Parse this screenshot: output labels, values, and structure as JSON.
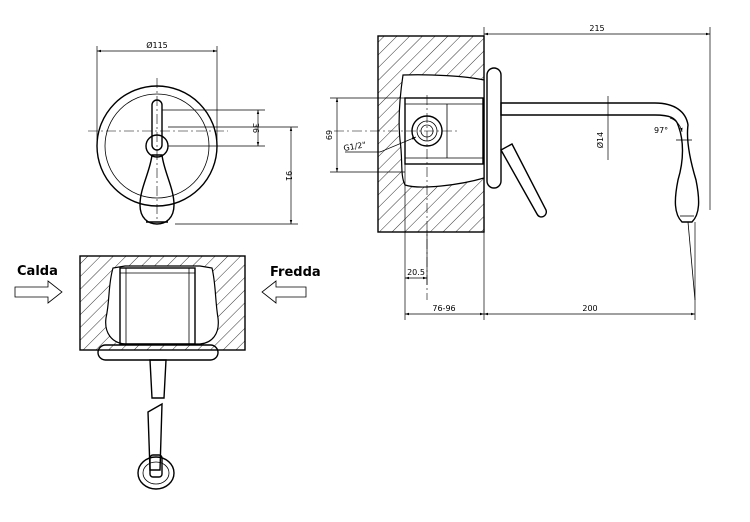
{
  "labels": {
    "hot": "Calda",
    "cold": "Fredda"
  },
  "dimensions": {
    "plate_diameter": "Ø115",
    "lever_offset": "36",
    "lever_length": "91",
    "total_projection": "215",
    "spout_reach": "200",
    "wall_depth": "76-96",
    "inlet_offset": "20.5",
    "body_height": "69",
    "inlet_thread": "G1/2\"",
    "spout_diameter": "Ø14",
    "spout_angle": "97°"
  }
}
